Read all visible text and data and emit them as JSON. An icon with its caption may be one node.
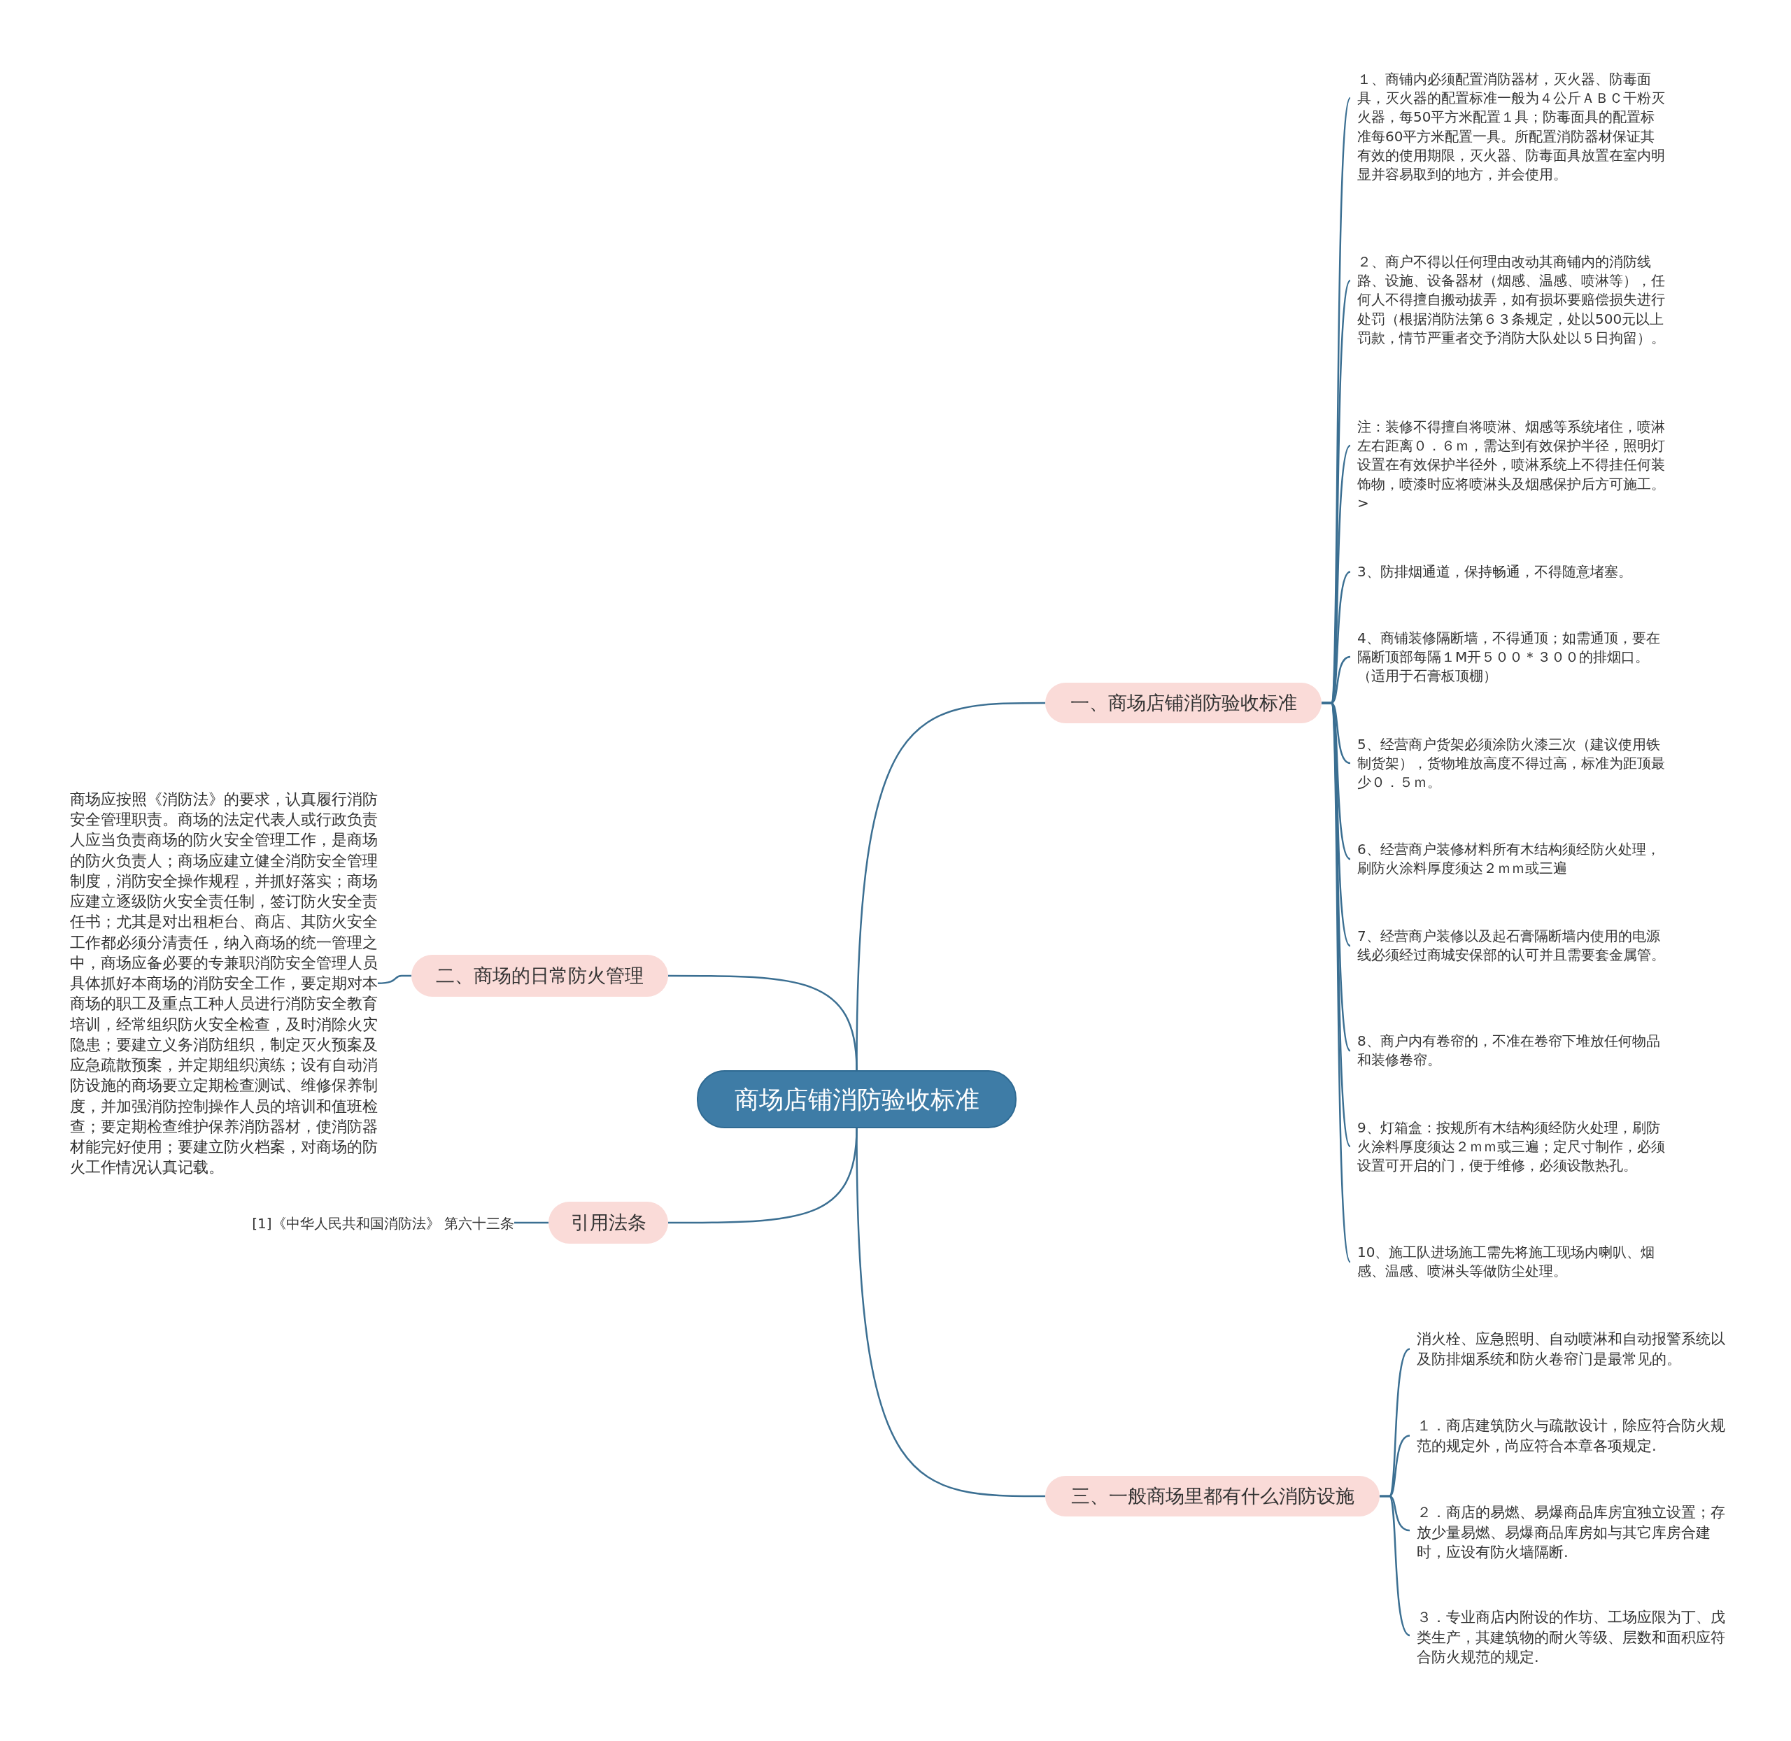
{
  "diagram": {
    "nodes": [
      {
        "text": [
          "商场店铺消防验收标准"
        ]
      },
      {
        "text": [
          "一、商场店铺消防验收标准"
        ]
      },
      {
        "text": [
          "１、商铺内必须配置消防器材，灭火器、防毒面具，灭火器的配置标准一般为４公斤ＡＢＣ干粉灭火器，每50平方米配置１具；防毒面具的配置标准每60平方米配置一具。所配置消防器材保证其有效的使用期限，灭火器、防毒面具放置在室内明显并容易取到的地方，并会使用。"
        ]
      },
      {
        "text": [
          "２、商户不得以任何理由改动其商铺内的消防线路、设施、设备器材（烟感、温感、喷淋等），任何人不得擅自搬动拔弄，如有损坏要赔偿损失进行处罚（根据消防法第６３条规定，处以500元以上罚款，情节严重者交予消防大队处以５日拘留）。"
        ]
      },
      {
        "text": [
          "注：装修不得擅自将喷淋、烟感等系统堵住，喷淋左右距离０．６ｍ，需达到有效保护半径，照明灯设置在有效保护半径外，喷淋系统上不得挂任何装饰物，喷漆时应将喷淋头及烟感保护后方可施工。>"
        ]
      },
      {
        "text": [
          "3、防排烟通道，保持畅通，不得随意堵塞。"
        ]
      },
      {
        "text": [
          "4、商铺装修隔断墙，不得通顶；如需通顶，要在隔断顶部每隔１M开５００＊３００的排烟口。（适用于石膏板顶棚）"
        ]
      },
      {
        "text": [
          "5、经营商户货架必须涂防火漆三次（建议使用铁制货架），货物堆放高度不得过高，标准为距顶最少０．５ｍ。"
        ]
      },
      {
        "text": [
          "6、经营商户装修材料所有木结构须经防火处理，刷防火涂料厚度须达２ｍｍ或三遍"
        ]
      },
      {
        "text": [
          "7、经营商户装修以及起石膏隔断墙内使用的电源线必须经过商城安保部的认可并且需要套金属管。"
        ]
      },
      {
        "text": [
          "8、商户内有卷帘的，不准在卷帘下堆放任何物品和装修卷帘。"
        ]
      },
      {
        "text": [
          "9、灯箱盒：按规所有木结构须经防火处理，刷防火涂料厚度须达２ｍｍ或三遍；定尺寸制作，必须设置可开启的门，便于维修，必须设散热孔。"
        ]
      },
      {
        "text": [
          "10、施工队进场施工需先将施工现场内喇叭、烟感、温感、喷淋头等做防尘处理。"
        ]
      },
      {
        "text": [
          "二、商场的日常防火管理"
        ]
      },
      {
        "text": [
          "商场应按照《消防法》的要求，认真履行消防安全管理职责。商场的法定代表人或行政负责人应当负责商场的防火安全管理工作，是商场的防火负责人；商场应建立健全消防安全管理制度，消防安全操作规程，并抓好落实；商场应建立逐级防火安全责任制，签订防火安全责任书；尤其是对出租柜台、商店、其防火安全工作都必须分清责任，纳入商场的统一管理之中，商场应备必要的专兼职消防安全管理人员具体抓好本商场的消防安全工作，要定期对本商场的职工及重点工种人员进行消防安全教育培训，经常组织防火安全检查，及时消除火灾隐患；要建立义务消防组织，制定灭火预案及应急疏散预案，并定期组织演练；设有自动消防设施的商场要立定期检查测试、维修保养制度，并加强消防控制操作人员的培训和值班检查；要定期检查维护保养消防器材，使消防器材能完好使用；要建立防火档案，对商场的防火工作情况认真记载。"
        ]
      },
      {
        "text": [
          "引用法条"
        ]
      },
      {
        "text": [
          "[1]《中华人民共和国消防法》 第六十三条"
        ]
      },
      {
        "text": [
          "三、一般商场里都有什么消防设施"
        ]
      },
      {
        "text": [
          "消火栓、应急照明、自动喷淋和自动报警系统以及防排烟系统和防火卷帘门是最常见的。"
        ]
      },
      {
        "text": [
          "１．商店建筑防火与疏散设计，除应符合防火规范的规定外，尚应符合本章各项规定."
        ]
      },
      {
        "text": [
          "２．商店的易燃、易爆商品库房宜独立设置；存放少量易燃、易爆商品库房如与其它库房合建时，应设有防火墙隔断."
        ]
      },
      {
        "text": [
          "３．专业商店内附设的作坊、工场应限为丁、戊类生产，其建筑物的耐火等级、层数和面积应符合防火规范的规定."
        ]
      }
    ],
    "edges": [
      {
        "from": 0,
        "to": 1,
        "arrow": "none"
      },
      {
        "from": 1,
        "to": 2,
        "arrow": "none"
      },
      {
        "from": 1,
        "to": 3,
        "arrow": "none"
      },
      {
        "from": 1,
        "to": 4,
        "arrow": "none"
      },
      {
        "from": 1,
        "to": 5,
        "arrow": "none"
      },
      {
        "from": 1,
        "to": 6,
        "arrow": "none"
      },
      {
        "from": 1,
        "to": 7,
        "arrow": "none"
      },
      {
        "from": 1,
        "to": 8,
        "arrow": "none"
      },
      {
        "from": 1,
        "to": 9,
        "arrow": "none"
      },
      {
        "from": 1,
        "to": 10,
        "arrow": "none"
      },
      {
        "from": 1,
        "to": 11,
        "arrow": "none"
      },
      {
        "from": 1,
        "to": 12,
        "arrow": "none"
      },
      {
        "from": 0,
        "to": 13,
        "arrow": "none"
      },
      {
        "from": 13,
        "to": 14,
        "arrow": "none"
      },
      {
        "from": 0,
        "to": 15,
        "arrow": "none"
      },
      {
        "from": 15,
        "to": 16,
        "arrow": "none"
      },
      {
        "from": 0,
        "to": 17,
        "arrow": "none"
      },
      {
        "from": 17,
        "to": 18,
        "arrow": "none"
      },
      {
        "from": 17,
        "to": 19,
        "arrow": "none"
      },
      {
        "from": 17,
        "to": 20,
        "arrow": "none"
      },
      {
        "from": 17,
        "to": 21,
        "arrow": "none"
      }
    ]
  }
}
